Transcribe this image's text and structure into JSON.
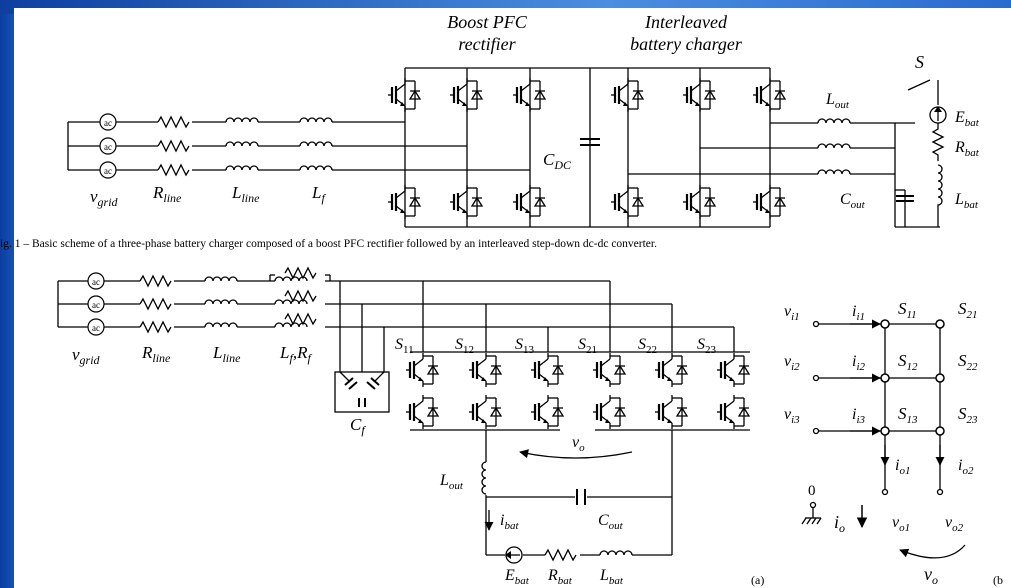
{
  "fig1": {
    "title_boost_1": "Boost PFC",
    "title_boost_2": "rectifier",
    "title_inter_1": "Interleaved",
    "title_inter_2": "battery charger",
    "source_label": "ac",
    "v_grid": "v",
    "v_grid_sub": "grid",
    "r_line": "R",
    "r_line_sub": "line",
    "l_line": "L",
    "l_line_sub": "line",
    "l_f": "L",
    "l_f_sub": "f",
    "c_dc": "C",
    "c_dc_sub": "DC",
    "l_out": "L",
    "l_out_sub": "out",
    "c_out": "C",
    "c_out_sub": "out",
    "switch_s": "S",
    "e_bat": "E",
    "e_bat_sub": "bat",
    "r_bat": "R",
    "r_bat_sub": "bat",
    "l_bat": "L",
    "l_bat_sub": "bat",
    "caption": "ig. 1 – Basic scheme of a three-phase battery charger composed of a boost PFC rectifier followed by an interleaved step-down dc-dc converter."
  },
  "fig2": {
    "v_grid": "v",
    "v_grid_sub": "grid",
    "r_line": "R",
    "r_line_sub": "line",
    "l_line": "L",
    "l_line_sub": "line",
    "lf_rf": "L",
    "lf_rf_sub": "f",
    "lf_rf_mid": ",R",
    "lf_rf_sub2": "f",
    "c_f": "C",
    "c_f_sub": "f",
    "switches": [
      "S",
      "S",
      "S",
      "S",
      "S",
      "S"
    ],
    "switch_subs": [
      "11",
      "12",
      "13",
      "21",
      "22",
      "23"
    ],
    "v_o": "v",
    "v_o_sub": "o",
    "l_out": "L",
    "l_out_sub": "out",
    "i_bat": "i",
    "i_bat_sub": "bat",
    "c_out": "C",
    "c_out_sub": "out",
    "e_bat": "E",
    "e_bat_sub": "bat",
    "r_bat": "R",
    "r_bat_sub": "bat",
    "l_bat": "L",
    "l_bat_sub": "bat",
    "tag_a": "(a)"
  },
  "matrix": {
    "vi": [
      "v",
      "v",
      "v"
    ],
    "vi_subs": [
      "i1",
      "i2",
      "i3"
    ],
    "ii": [
      "i",
      "i",
      "i"
    ],
    "ii_subs": [
      "i1",
      "i2",
      "i3"
    ],
    "s_col1": [
      "S",
      "S",
      "S"
    ],
    "s_col1_subs": [
      "11",
      "12",
      "13"
    ],
    "s_col2": [
      "S",
      "S",
      "S"
    ],
    "s_col2_subs": [
      "21",
      "22",
      "23"
    ],
    "io": [
      "i",
      "i"
    ],
    "io_subs": [
      "o1",
      "o2"
    ],
    "zero": "0",
    "i_o": "i",
    "i_o_sub": "o",
    "vo1": "v",
    "vo1_sub": "o1",
    "vo2": "v",
    "vo2_sub": "o2",
    "v_o": "v",
    "v_o_sub": "o",
    "tag_b": "(b"
  }
}
